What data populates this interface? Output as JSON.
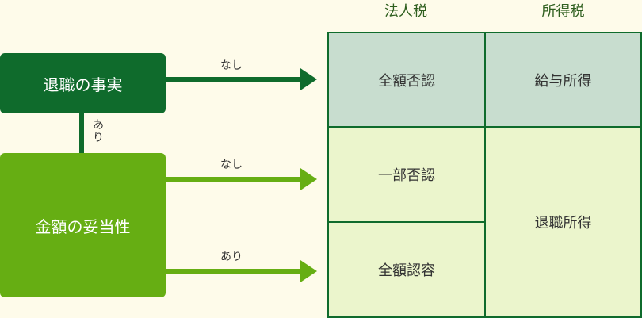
{
  "headers": {
    "corporate_tax": "法人税",
    "income_tax": "所得税"
  },
  "boxes": {
    "retirement_fact": "退職の事実",
    "amount_validity": "金額の妥当性"
  },
  "labels": {
    "none_1": "なし",
    "yes_down": "あり",
    "none_2": "なし",
    "yes_2": "あり"
  },
  "cells": {
    "full_denial": "全額否認",
    "salary_income": "給与所得",
    "partial_denial": "一部否認",
    "full_approval": "全額認容",
    "retirement_income": "退職所得"
  },
  "colors": {
    "dark_green": "#0f6b2c",
    "light_green": "#66ae13",
    "cell_dark": "#c8ddcf",
    "cell_light": "#ebf5cc",
    "background": "#fefbea"
  }
}
